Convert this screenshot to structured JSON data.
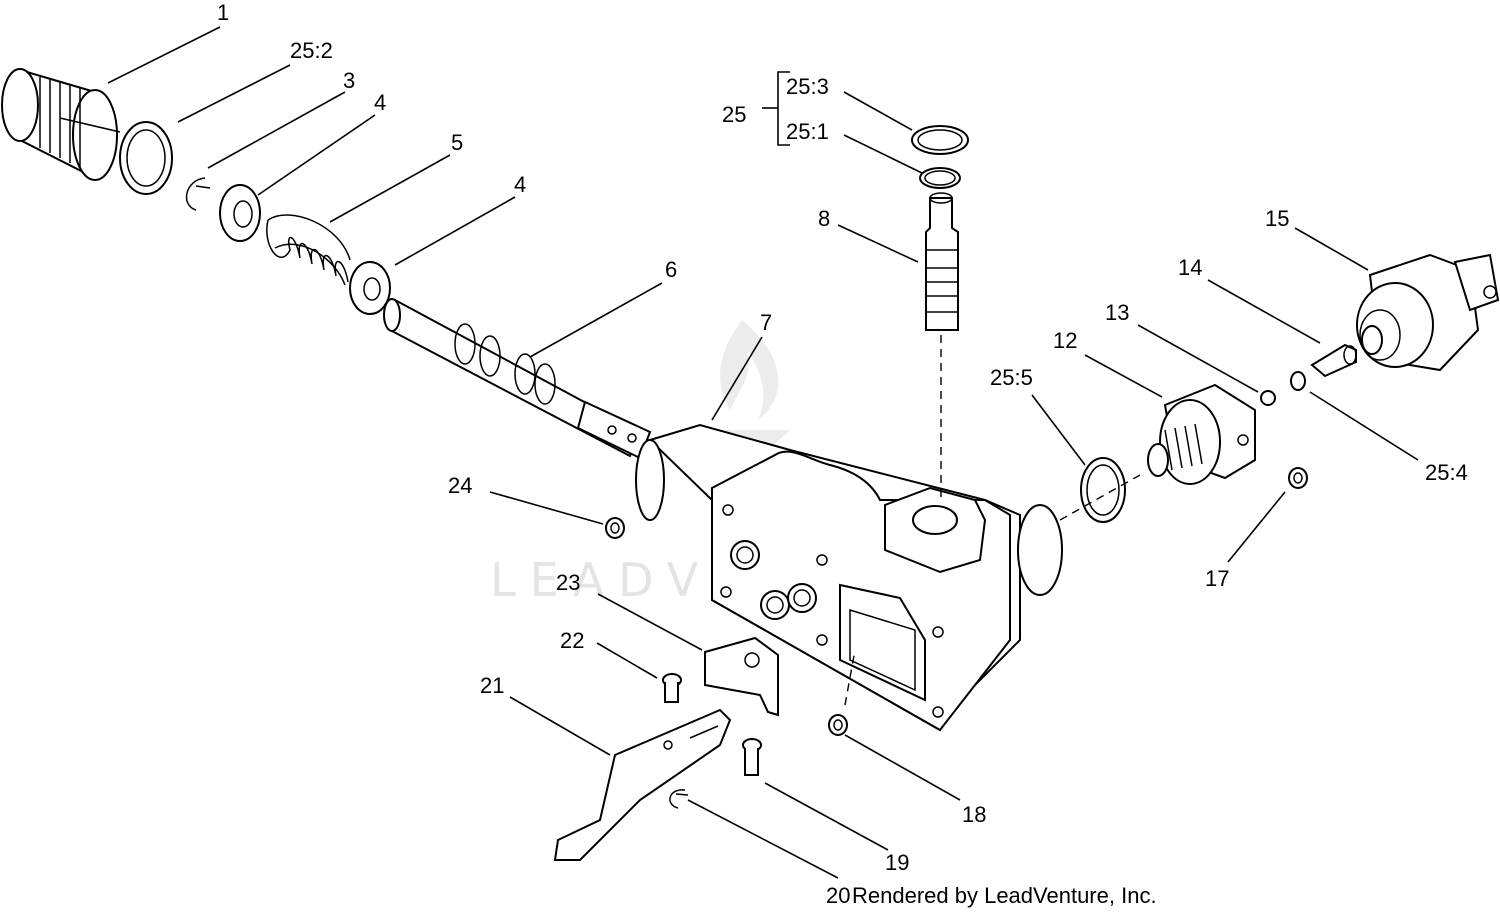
{
  "diagram": {
    "callouts": {
      "c1": "1",
      "c25_2": "25:2",
      "c3": "3",
      "c4a": "4",
      "c5": "5",
      "c4b": "4",
      "c6": "6",
      "c7": "7",
      "c25": "25",
      "c25_3": "25:3",
      "c25_1": "25:1",
      "c8": "8",
      "c15": "15",
      "c14": "14",
      "c13": "13",
      "c12": "12",
      "c25_5": "25:5",
      "c25_4": "25:4",
      "c24": "24",
      "c17": "17",
      "c23": "23",
      "c22": "22",
      "c21": "21",
      "c18": "18",
      "c19": "19",
      "c20": "20"
    },
    "watermark": "LEADVENTURE",
    "credit": "Rendered by LeadVenture, Inc."
  }
}
